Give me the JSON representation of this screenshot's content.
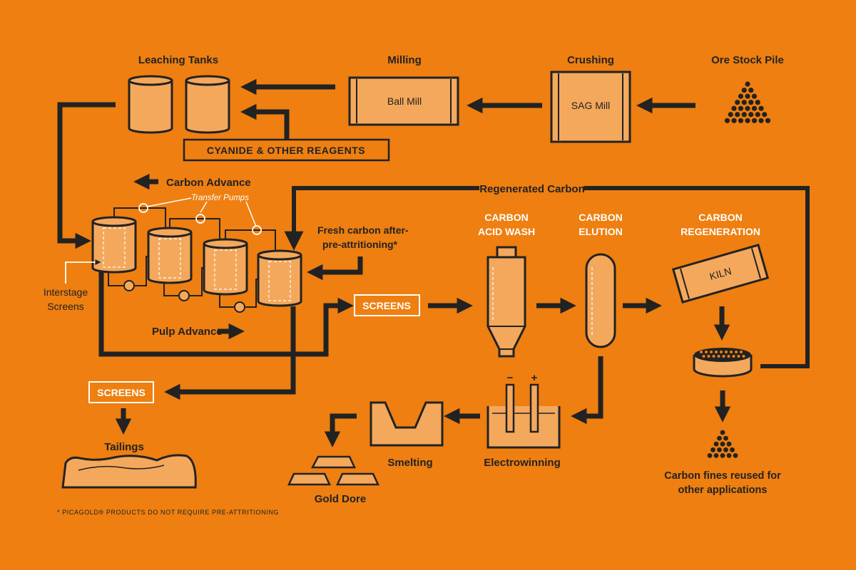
{
  "colors": {
    "background": "#ee7f10",
    "equipment_fill": "#f4a85c",
    "ink": "#222222",
    "highlight": "#ffffff"
  },
  "labels": {
    "leaching_tanks": "Leaching Tanks",
    "milling": "Milling",
    "crushing": "Crushing",
    "ore_stock_pile": "Ore Stock Pile",
    "ball_mill": "Ball Mill",
    "sag_mill": "SAG Mill",
    "cyanide": "CYANIDE & OTHER REAGENTS",
    "carbon_advance": "Carbon Advance",
    "transfer_pumps": "Transfer Pumps",
    "regenerated_carbon": "Regenerated Carbon",
    "fresh_carbon_1": "Fresh carbon after-",
    "fresh_carbon_2": "pre-attritioning*",
    "interstage_1": "Interstage",
    "interstage_2": "Screens",
    "pulp_advance": "Pulp Advance",
    "screens_mid": "SCREENS",
    "screens_low": "SCREENS",
    "carbon_acid_wash_1": "CARBON",
    "carbon_acid_wash_2": "ACID WASH",
    "carbon_elution_1": "CARBON",
    "carbon_elution_2": "ELUTION",
    "carbon_regen_1": "CARBON",
    "carbon_regen_2": "REGENERATION",
    "kiln": "KILN",
    "tailings": "Tailings",
    "smelting": "Smelting",
    "electrowinning": "Electrowinning",
    "gold_dore": "Gold Dore",
    "carbon_fines_1": "Carbon fines reused for",
    "carbon_fines_2": "other applications",
    "minus": "−",
    "plus": "+",
    "footnote": "* PICAGOLD® PRODUCTS DO NOT REQUIRE PRE-ATTRITIONING"
  }
}
